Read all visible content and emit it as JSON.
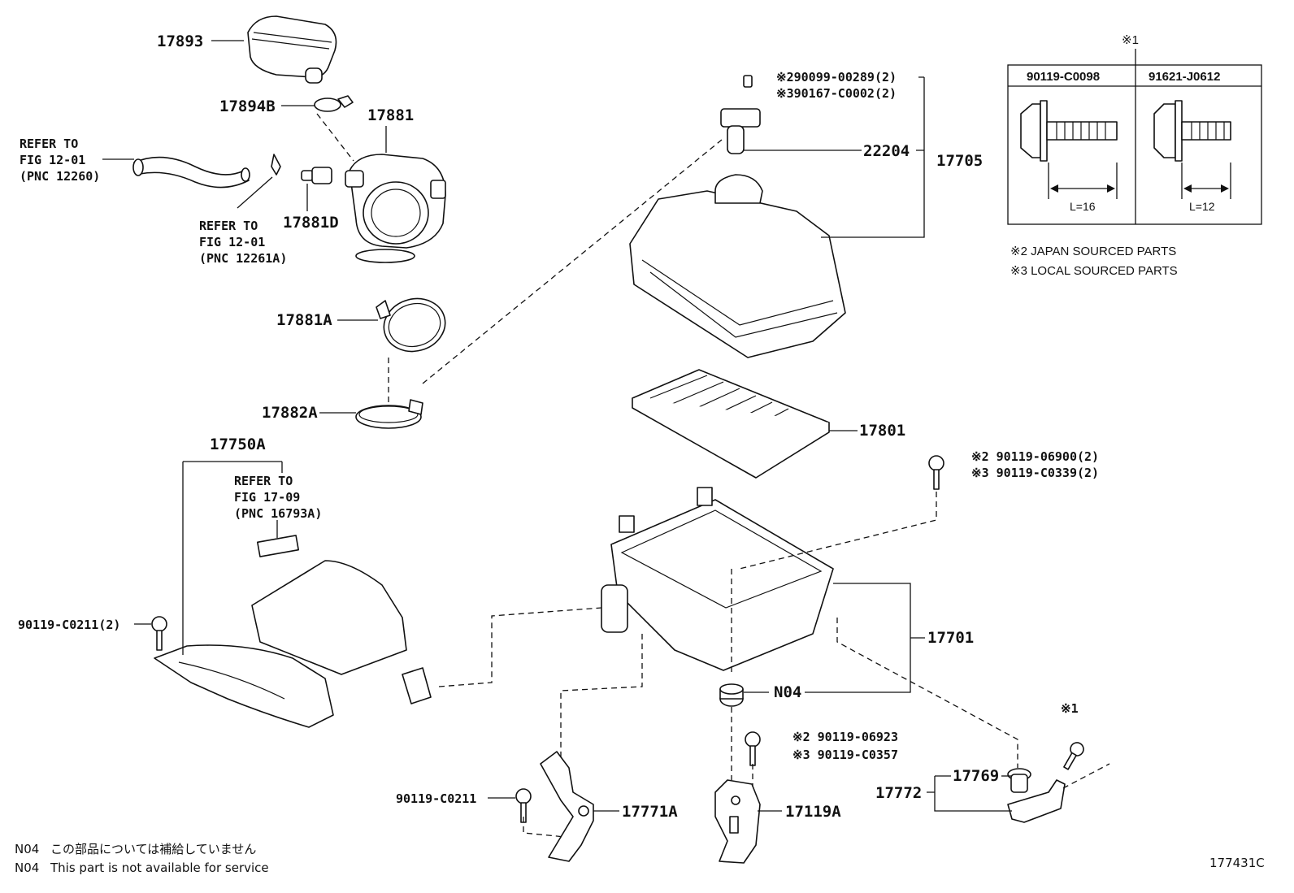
{
  "labels": {
    "p17893": "17893",
    "p17894B": "17894B",
    "p17881": "17881",
    "p17881D": "17881D",
    "p17881A": "17881A",
    "p17882A": "17882A",
    "p17750A": "17750A",
    "p22204": "22204",
    "p17705": "17705",
    "p17801": "17801",
    "p17701": "17701",
    "pN04": "N04",
    "p17771A": "17771A",
    "p17119A": "17119A",
    "p17769": "17769",
    "p17772": "17772",
    "bolt_90119_C0211_2": "90119-C0211(2)",
    "bolt_90119_C0211": "90119-C0211",
    "sensor_bolt_a": "※290099-00289(2)",
    "sensor_bolt_b": "※390167-C0002(2)",
    "cover_bolt_a": "※2 90119-06900(2)",
    "cover_bolt_b": "※3 90119-C0339(2)",
    "bracket_bolt_a": "※2  90119-06923",
    "bracket_bolt_b": "※3  90119-C0357",
    "mark1_small": "※1"
  },
  "refs": {
    "ref_a": {
      "line1": "REFER TO",
      "line2": "FIG 12-01",
      "line3": "(PNC 12260)"
    },
    "ref_b": {
      "line1": "REFER TO",
      "line2": "FIG 12-01",
      "line3": "(PNC 12261A)"
    },
    "ref_c": {
      "line1": "REFER TO",
      "line2": "FIG 17-09",
      "line3": "(PNC 16793A)"
    }
  },
  "callout": {
    "mark": "※1",
    "col1_part": "90119-C0098",
    "col2_part": "91621-J0612",
    "col1_len": "L=16",
    "col2_len": "L=12"
  },
  "legend": {
    "note2": "※2 JAPAN SOURCED PARTS",
    "note3": "※3 LOCAL SOURCED PARTS"
  },
  "footer": {
    "note_ja_code": "N04",
    "note_ja": "この部品については補給していません",
    "note_en_code": "N04",
    "note_en": "This part is not available for service",
    "figure_no": "177431C"
  }
}
